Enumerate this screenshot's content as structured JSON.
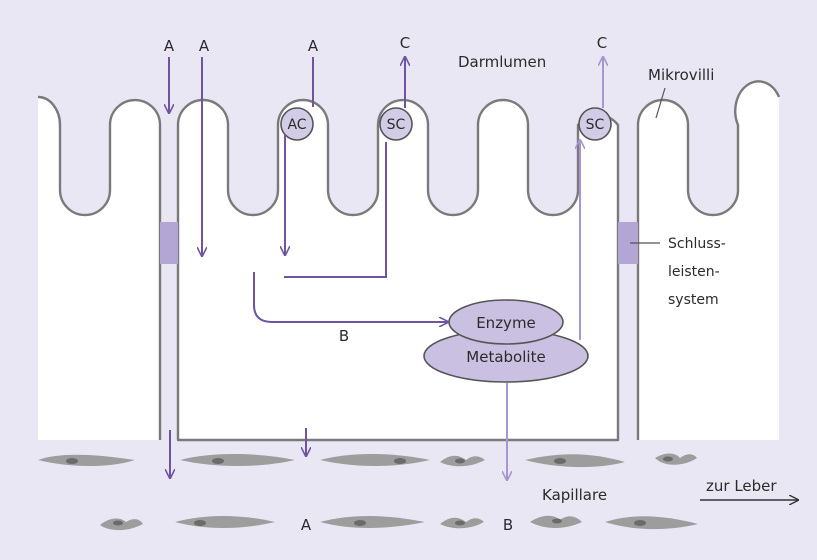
{
  "labels": {
    "darmlumen": "Darmlumen",
    "mikrovilli": "Mikrovilli",
    "schluss_1": "Schluss-",
    "schluss_2": "leisten-",
    "schluss_3": "system",
    "enzyme": "Enzyme",
    "metabolite": "Metabolite",
    "kapillare": "Kapillare",
    "zur_leber": "zur Leber",
    "ac": "AC",
    "sc": "SC",
    "a": "A",
    "b": "B",
    "c": "C"
  },
  "colors": {
    "background": "#e9e7f3",
    "cell_fill": "#ffffff",
    "cell_outline": "#7a7a7a",
    "arrow_dark": "#6f55a0",
    "arrow_light": "#a796cf",
    "junction": "#b3a6d4",
    "ellipse_fill": "#c9c0e2",
    "capillary": "#9d9d9d",
    "capillary_nucleus": "#6b6b6b"
  }
}
